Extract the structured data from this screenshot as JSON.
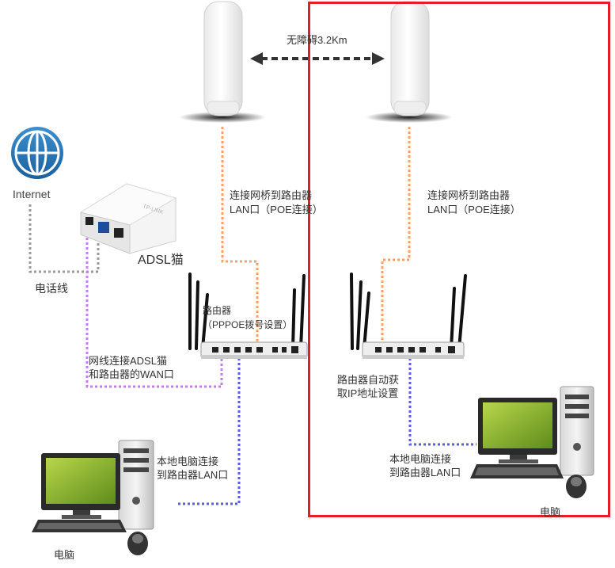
{
  "labels": {
    "distance": "无障碍3.2Km",
    "internet": "Internet",
    "adsl_modem": "ADSL猫",
    "phone_line": "电话线",
    "left_bridge_to_router": [
      "连接网桥到路由器",
      "LAN口（POE连接）"
    ],
    "right_bridge_to_router": [
      "连接网桥到路由器",
      "LAN口（POE连接）"
    ],
    "router_pppoe": [
      "路由器",
      "（PPPOE拨号设置）"
    ],
    "cable_modem_router": [
      "网线连接ADSL猫",
      "和路由器的WAN口"
    ],
    "router_auto_ip": [
      "路由器自动获",
      "取IP地址设置"
    ],
    "left_pc_to_router": [
      "本地电脑连接",
      "到路由器LAN口"
    ],
    "right_pc_to_router": [
      "本地电脑连接",
      "到路由器LAN口"
    ],
    "left_pc": "电脑",
    "right_pc": "电脑"
  },
  "colors": {
    "poe_line": "#f5a36a",
    "phone_line": "#9a9a9a",
    "wan_line": "#c77ee6",
    "lan_pc_line": "#5b5bea",
    "link_arrow": "#333333",
    "highlight_box": "#e01f26"
  }
}
